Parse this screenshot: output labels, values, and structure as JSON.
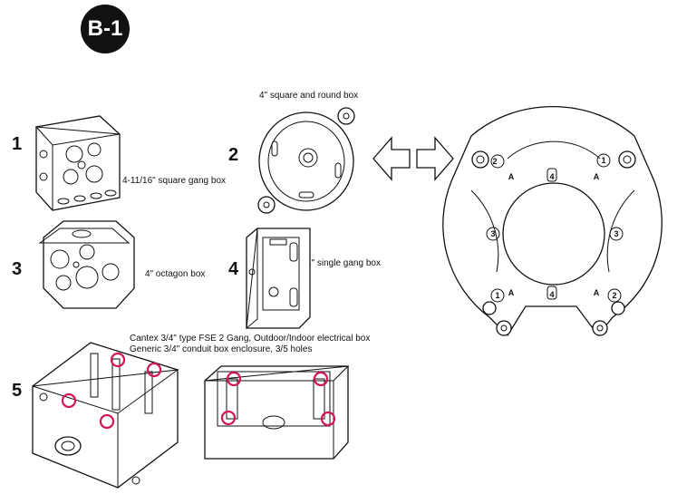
{
  "badge": "B-1",
  "items": [
    {
      "number": "1",
      "caption": "4-11/16\" square gang box"
    },
    {
      "number": "2",
      "caption": "4\" square and round box"
    },
    {
      "number": "3",
      "caption": "4\" octagon box"
    },
    {
      "number": "4",
      "caption": "1\" single gang box"
    },
    {
      "number": "5",
      "caption_line1": "Cantex 3/4\" type FSE 2 Gang, Outdoor/Indoor electrical box",
      "caption_line2": "Generic 3/4\" conduit box enclosure, 3/5 holes"
    }
  ],
  "mount_labels": {
    "a": "A",
    "n1": "1",
    "n2": "2",
    "n3": "3",
    "n4": "4"
  }
}
